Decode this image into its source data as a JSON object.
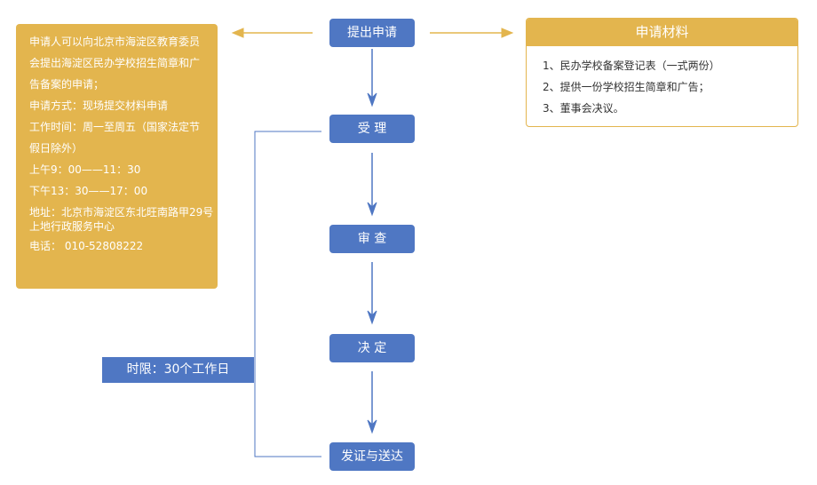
{
  "info_panel": {
    "lines": [
      "申请人可以向北京市海淀区教育委员",
      "会提出海淀区民办学校招生简章和广",
      "告备案的申请；",
      "申请方式：现场提交材料申请",
      "工作时间：周一至周五（国家法定节",
      "假日除外）",
      "上午9：00——11：30",
      "下午13：30——17：00",
      "地址：北京市海淀区东北旺南路甲29号",
      "上地行政服务中心",
      "电话： 010-52808222"
    ]
  },
  "steps": {
    "submit": "提出申请",
    "accept": "受 理",
    "review": "审 查",
    "decide": "决 定",
    "issue": "发证与送达"
  },
  "time_limit": "时限：30个工作日",
  "materials": {
    "title": "申请材料",
    "items": [
      "1、民办学校备案登记表（一式两份）",
      "2、提供一份学校招生简章和广告；",
      "3、董事会决议。"
    ]
  },
  "colors": {
    "step_blue": "#4f77c3",
    "accent_gold": "#e3b54e"
  }
}
